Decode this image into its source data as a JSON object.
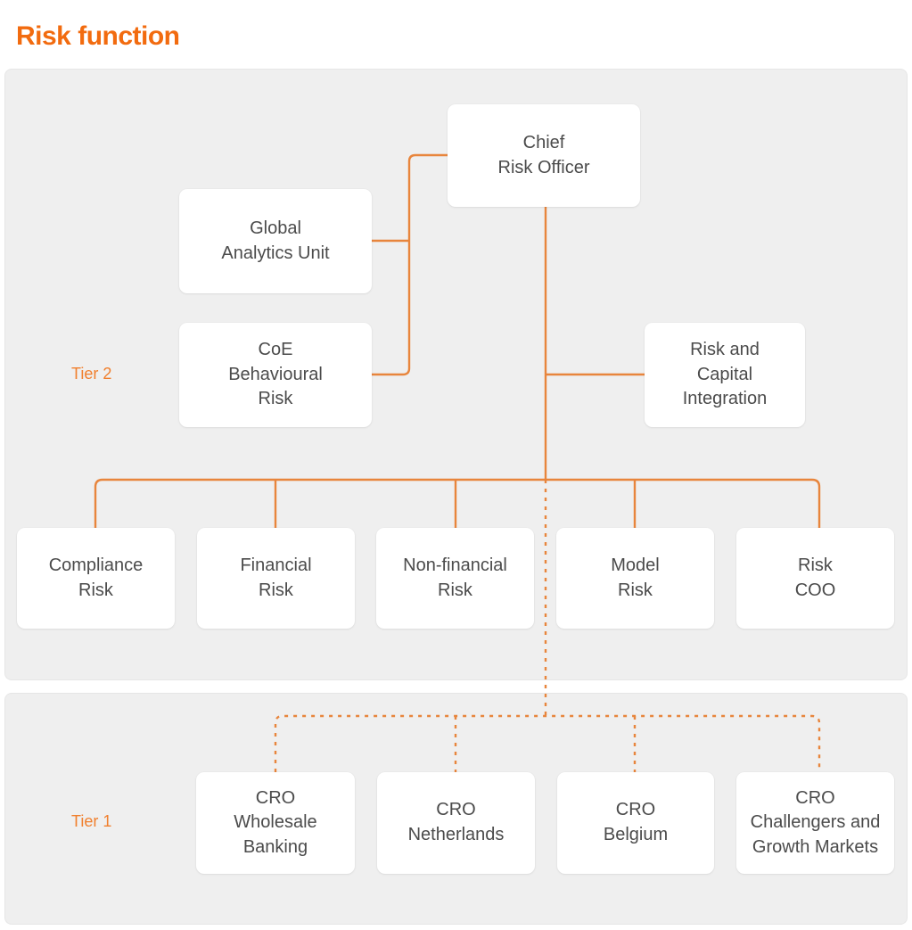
{
  "title": "Risk function",
  "colors": {
    "title_orange": "#F26B0F",
    "accent_orange": "#E8853C",
    "tier_label_orange": "#F07F2D",
    "panel_gray": "#EFEFEF",
    "node_white": "#FFFFFF",
    "node_text": "#4B4B4B"
  },
  "tiers": {
    "tier2": {
      "label": "Tier 2"
    },
    "tier1": {
      "label": "Tier 1"
    }
  },
  "nodes": {
    "cro": "Chief\nRisk Officer",
    "global_analytics_unit": "Global\nAnalytics Unit",
    "coe_behavioural_risk": "CoE\nBehavioural\nRisk",
    "risk_capital_integration": "Risk and\nCapital\nIntegration",
    "compliance_risk": "Compliance\nRisk",
    "financial_risk": "Financial\nRisk",
    "non_financial_risk": "Non-financial\nRisk",
    "model_risk": "Model\nRisk",
    "risk_coo": "Risk\nCOO",
    "cro_wholesale_banking": "CRO\nWholesale\nBanking",
    "cro_netherlands": "CRO\nNetherlands",
    "cro_belgium": "CRO\nBelgium",
    "cro_challengers_growth": "CRO\nChallengers and\nGrowth Markets"
  },
  "chart_data": {
    "type": "org-chart",
    "title": "Risk function",
    "root": "Chief Risk Officer",
    "groups": [
      {
        "tier": "Tier 2",
        "connector_style": "solid",
        "members": [
          "Global Analytics Unit",
          "CoE Behavioural Risk",
          "Risk and Capital Integration",
          "Compliance Risk",
          "Financial Risk",
          "Non-financial Risk",
          "Model Risk",
          "Risk COO"
        ]
      },
      {
        "tier": "Tier 1",
        "connector_style": "dotted",
        "members": [
          "CRO Wholesale Banking",
          "CRO Netherlands",
          "CRO Belgium",
          "CRO Challengers and Growth Markets"
        ]
      }
    ],
    "edges": [
      {
        "from": "Chief Risk Officer",
        "to": "Global Analytics Unit",
        "style": "solid"
      },
      {
        "from": "Chief Risk Officer",
        "to": "CoE Behavioural Risk",
        "style": "solid"
      },
      {
        "from": "Chief Risk Officer",
        "to": "Risk and Capital Integration",
        "style": "solid"
      },
      {
        "from": "Chief Risk Officer",
        "to": "Compliance Risk",
        "style": "solid"
      },
      {
        "from": "Chief Risk Officer",
        "to": "Financial Risk",
        "style": "solid"
      },
      {
        "from": "Chief Risk Officer",
        "to": "Non-financial Risk",
        "style": "solid"
      },
      {
        "from": "Chief Risk Officer",
        "to": "Model Risk",
        "style": "solid"
      },
      {
        "from": "Chief Risk Officer",
        "to": "Risk COO",
        "style": "solid"
      },
      {
        "from": "Chief Risk Officer",
        "to": "CRO Wholesale Banking",
        "style": "dotted"
      },
      {
        "from": "Chief Risk Officer",
        "to": "CRO Netherlands",
        "style": "dotted"
      },
      {
        "from": "Chief Risk Officer",
        "to": "CRO Belgium",
        "style": "dotted"
      },
      {
        "from": "Chief Risk Officer",
        "to": "CRO Challengers and Growth Markets",
        "style": "dotted"
      }
    ]
  }
}
